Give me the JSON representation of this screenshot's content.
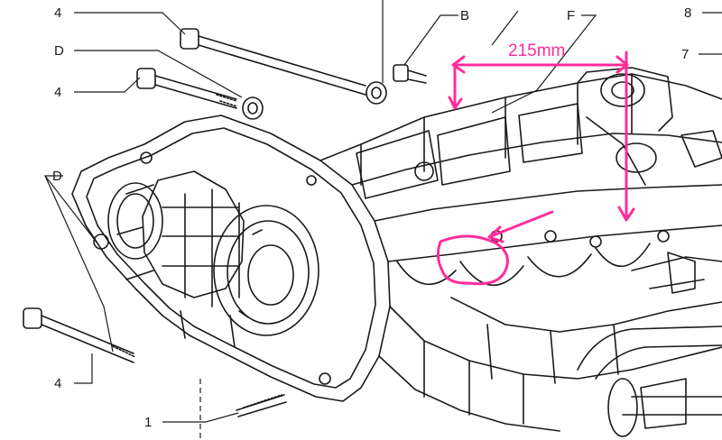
{
  "callouts": {
    "c_4_top": "4",
    "c_D_top": "D",
    "c_4_mid": "4",
    "c_D_side": "D",
    "c_4_bottom": "4",
    "c_1": "1",
    "c_B": "B",
    "c_F": "F",
    "c_8": "8",
    "c_7": "7"
  },
  "annotation": {
    "measurement": "215mm",
    "color": "#ff2d9b"
  },
  "colors": {
    "line": "#1a1a1a",
    "paper": "#ffffff"
  }
}
